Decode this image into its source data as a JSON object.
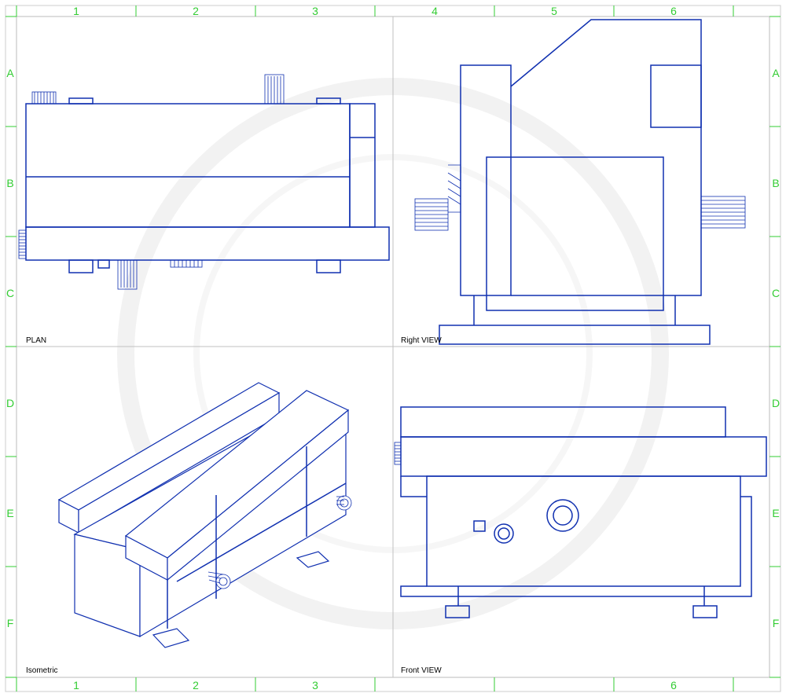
{
  "zones": {
    "cols": [
      "1",
      "2",
      "3",
      "4",
      "5",
      "6"
    ],
    "rows": [
      "A",
      "B",
      "C",
      "D",
      "E",
      "F"
    ]
  },
  "views": {
    "plan": "PLAN",
    "right": "Right VIEW",
    "iso": "Isometric",
    "front": "Front VIEW"
  },
  "colors": {
    "border": "#33cc33",
    "lines": "#1030b0",
    "divider": "#c0c0c0",
    "watermark": "#e6e6e6"
  }
}
